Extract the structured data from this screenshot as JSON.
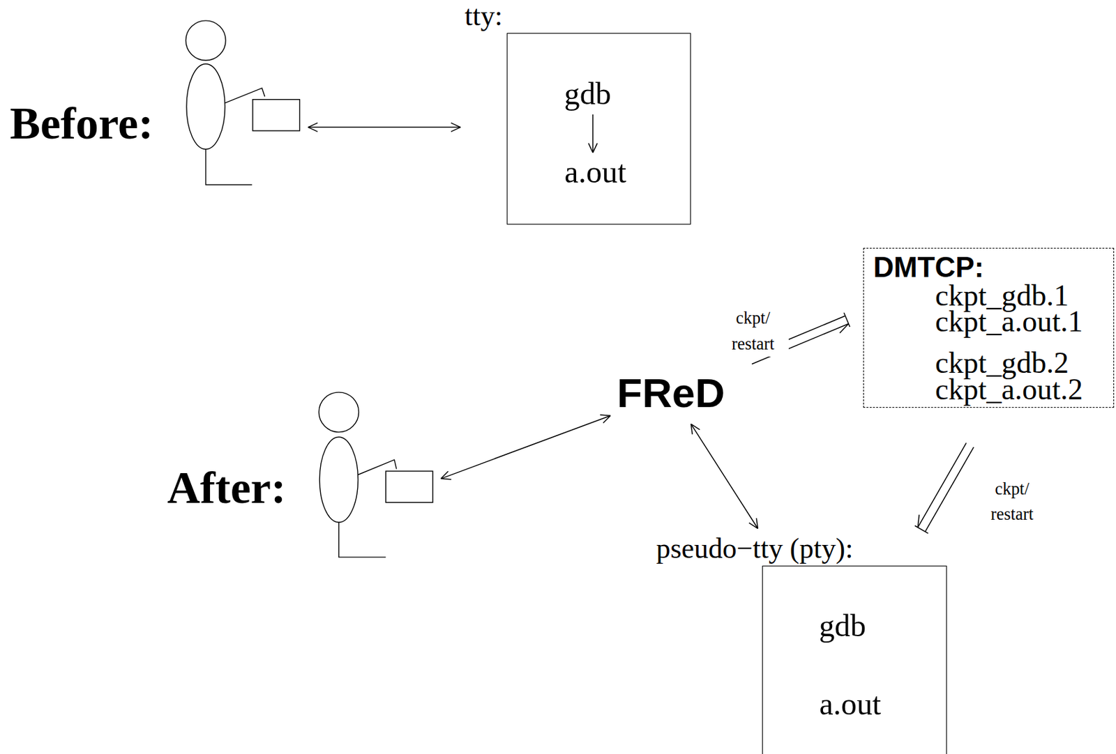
{
  "diagram": {
    "nodes": [
      {
        "text": [
          "Before:"
        ]
      },
      {
        "text": [
          "tty:"
        ]
      },
      {
        "text": [
          "gdb"
        ],
        "in": 1
      },
      {
        "text": [
          "a.out"
        ],
        "in": 1
      },
      {
        "text": [
          "After:"
        ]
      },
      {
        "text": [
          "FReD"
        ]
      },
      {
        "text": [
          "DMTCP:",
          "ckpt_gdb.1",
          "ckpt_a.out.1",
          "ckpt_gdb.2",
          "ckpt_a.out.2"
        ]
      },
      {
        "text": [
          "pseudo−tty (pty):"
        ]
      },
      {
        "text": [
          "gdb"
        ],
        "in": 7
      },
      {
        "text": [
          "a.out"
        ],
        "in": 7
      }
    ],
    "edges": [
      {
        "from": 0,
        "to": 1,
        "arrow": "both"
      },
      {
        "from": 2,
        "to": 3,
        "arrow": "to"
      },
      {
        "from": 4,
        "to": 5,
        "arrow": "both"
      },
      {
        "from": 5,
        "to": 6,
        "label": "ckpt/ restart",
        "arrow": "to"
      },
      {
        "from": 5,
        "to": 7,
        "arrow": "both"
      },
      {
        "from": 6,
        "to": 7,
        "label": "ckpt/ restart",
        "arrow": "to"
      }
    ]
  }
}
